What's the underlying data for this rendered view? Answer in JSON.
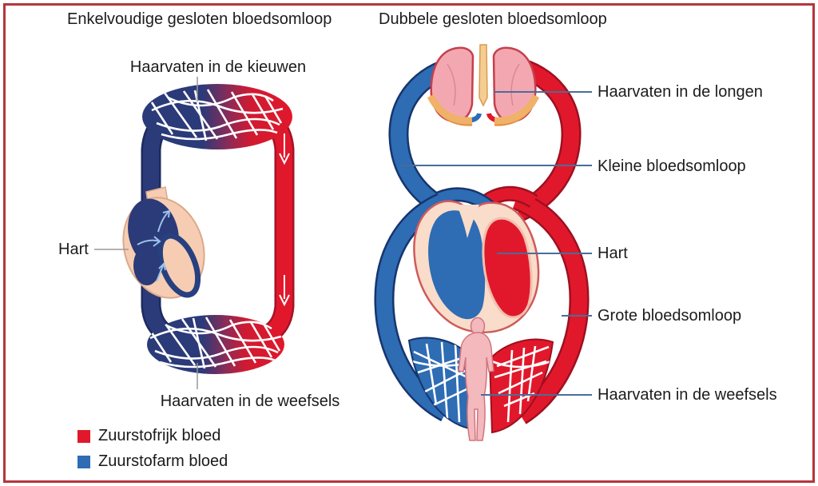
{
  "frame": {
    "border_color": "#b5353c",
    "background": "#ffffff"
  },
  "left_panel": {
    "title": "Enkelvoudige gesloten bloedsomloop",
    "label_top_capillaries": "Haarvaten in de kieuwen",
    "label_heart": "Hart",
    "label_bottom_capillaries": "Haarvaten in de weefsels",
    "legend": [
      {
        "label": "Zuurstofrijk bloed",
        "color": "#e1182b"
      },
      {
        "label": "Zuurstofarm bloed",
        "color": "#2e6cb4"
      }
    ]
  },
  "right_panel": {
    "title": "Dubbele gesloten bloedsomloop",
    "label_lung_capillaries": "Haarvaten in de longen",
    "label_small_circulation": "Kleine bloedsomloop",
    "label_heart": "Hart",
    "label_large_circulation": "Grote bloedsomloop",
    "label_tissue_capillaries": "Haarvaten in de weefsels"
  },
  "colors": {
    "oxygen_rich_blood": "#e1182b",
    "oxygen_poor_blood": "#2e6cb4",
    "single_loop_venous_navy": "#2b3a78",
    "leader_line_blue": "#4a6d99",
    "leader_line_gray": "#999999"
  }
}
